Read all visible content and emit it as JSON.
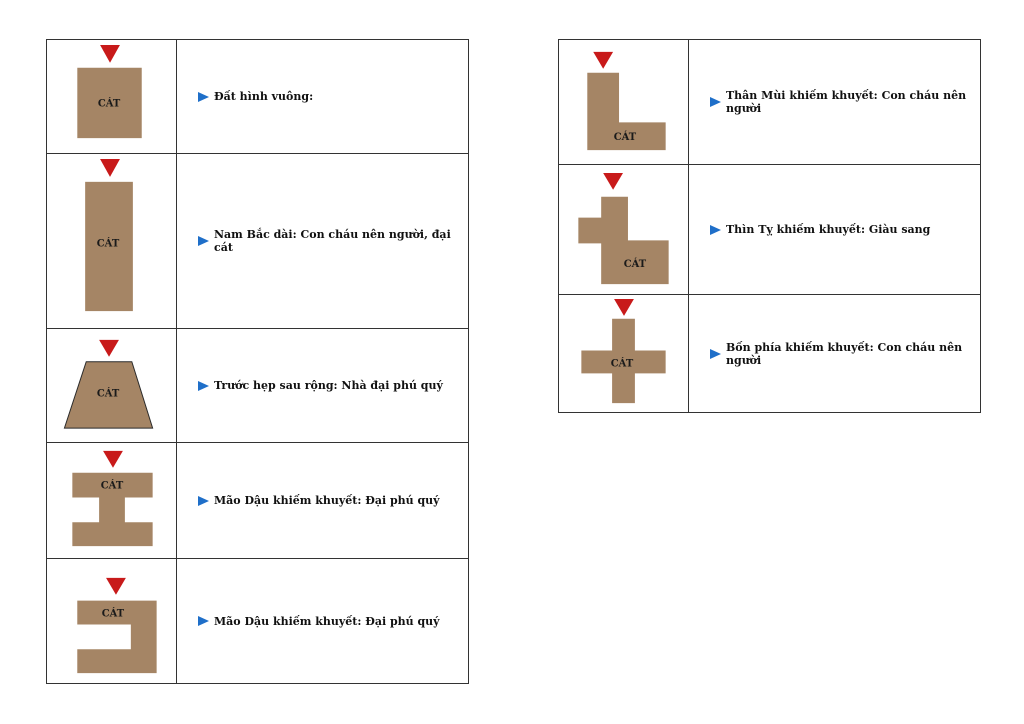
{
  "colors": {
    "land": "#a58565",
    "arrow": "#c81a1a",
    "bullet": "#1f6fc9",
    "border": "#333333"
  },
  "icons": {
    "row_marker": "down-arrow-icon",
    "bullet": "right-arrow-bullet-icon"
  },
  "left_table": [
    {
      "shape": "square",
      "label": "CÁT",
      "description": "Đất hình vuông:"
    },
    {
      "shape": "tall-rectangle",
      "label": "CÁT",
      "description": "Nam Bắc dài: Con cháu nên người, đại cát"
    },
    {
      "shape": "trapezoid",
      "label": "CÁT",
      "description": "Trước hẹp sau rộng: Nhà đại phú quý"
    },
    {
      "shape": "i-beam",
      "label": "CÁT",
      "description": "Mão Dậu khiếm khuyết: Đại phú quý"
    },
    {
      "shape": "c-notch",
      "label": "CÁT",
      "description": "Mão Dậu khiếm khuyết: Đại phú quý"
    }
  ],
  "right_table": [
    {
      "shape": "l-shape",
      "label": "CÁT",
      "description": "Thân Mùi khiếm khuyết: Con cháu nên người"
    },
    {
      "shape": "step-shape",
      "label": "CÁT",
      "description": "Thìn Tỵ khiếm khuyết: Giàu sang"
    },
    {
      "shape": "cross",
      "label": "CÁT",
      "description": "Bốn phía khiếm khuyết: Con cháu nên người"
    }
  ]
}
